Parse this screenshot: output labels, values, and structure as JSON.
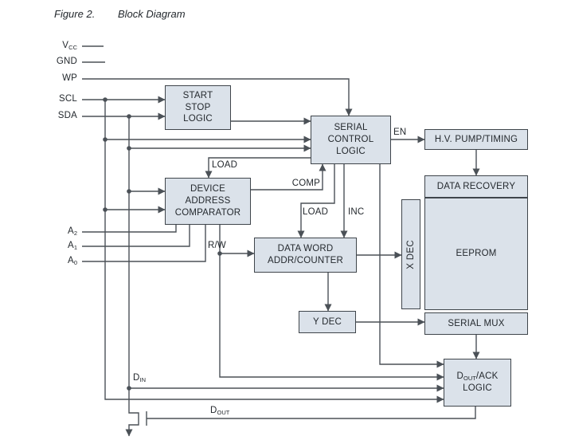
{
  "caption": {
    "figure": "Figure 2.",
    "title": "Block Diagram"
  },
  "colors": {
    "bg": "#ffffff",
    "block_fill": "#dbe2ea",
    "block_border": "#3f454b",
    "wire": "#4b5157",
    "text": "#24292e"
  },
  "pins": {
    "vcc": {
      "base": "V",
      "sub": "CC"
    },
    "gnd": "GND",
    "wp": "WP",
    "scl": "SCL",
    "sda": "SDA",
    "a2": {
      "base": "A",
      "sub": "2"
    },
    "a1": {
      "base": "A",
      "sub": "1"
    },
    "a0": {
      "base": "A",
      "sub": "0"
    }
  },
  "blocks": {
    "start_stop": "START\nSTOP\nLOGIC",
    "serial_control": "SERIAL\nCONTROL\nLOGIC",
    "device_address": "DEVICE\nADDRESS\nCOMPARATOR",
    "hv_pump": "H.V. PUMP/TIMING",
    "data_recovery": "DATA RECOVERY",
    "xdec": "X DEC",
    "eeprom": "EEPROM",
    "data_word": "DATA WORD\nADDR/COUNTER",
    "ydec": "Y DEC",
    "serial_mux": "SERIAL MUX",
    "dout_ack": {
      "d": "D",
      "sub": "OUT",
      "rest": "/ACK",
      "line2": "LOGIC"
    }
  },
  "wire_labels": {
    "load_dac": "LOAD",
    "comp": "COMP",
    "en": "EN",
    "load_dw": "LOAD",
    "inc": "INC",
    "rw": "R/W",
    "din": {
      "base": "D",
      "sub": "IN"
    },
    "dout": {
      "base": "D",
      "sub": "OUT"
    }
  }
}
